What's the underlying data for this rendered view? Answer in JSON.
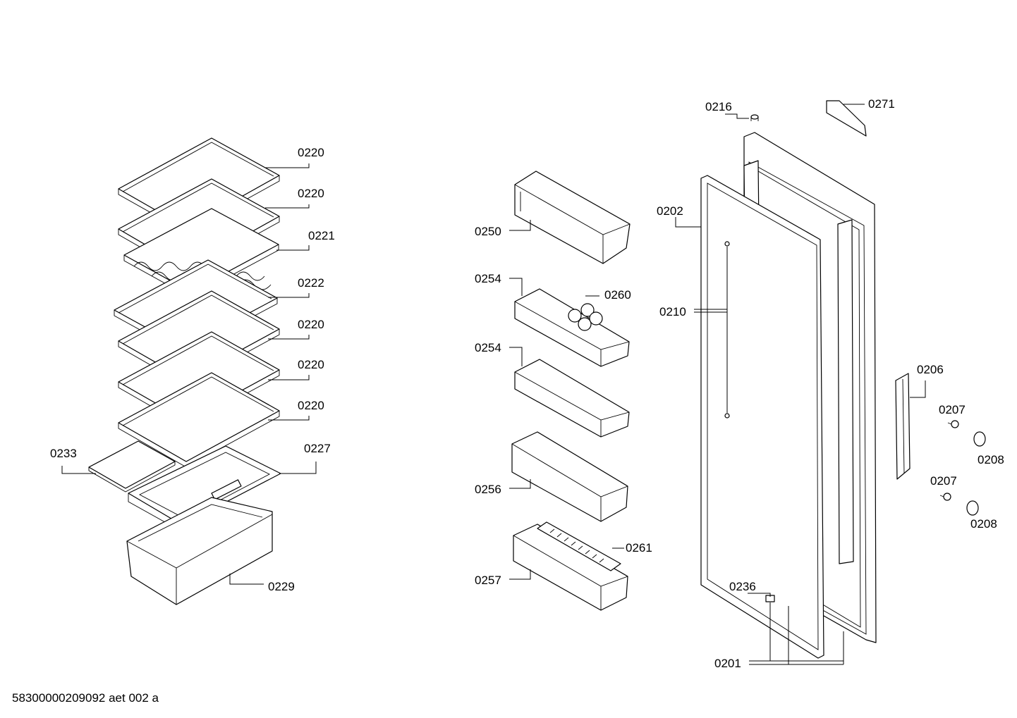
{
  "footer": {
    "drawing_code": "58300000209092 aet 002 a"
  },
  "part_labels": {
    "p0220a": "0220",
    "p0220b": "0220",
    "p0221": "0221",
    "p0222": "0222",
    "p0220c": "0220",
    "p0220d": "0220",
    "p0220e": "0220",
    "p0233": "0233",
    "p0227": "0227",
    "p0229": "0229",
    "p0250": "0250",
    "p0254a": "0254",
    "p0260": "0260",
    "p0254b": "0254",
    "p0256": "0256",
    "p0257": "0257",
    "p0261": "0261",
    "p0216": "0216",
    "p0271": "0271",
    "p0202": "0202",
    "p0210": "0210",
    "p0206": "0206",
    "p0207a": "0207",
    "p0208a": "0208",
    "p0207b": "0207",
    "p0208b": "0208",
    "p0236": "0236",
    "p0201": "0201"
  }
}
